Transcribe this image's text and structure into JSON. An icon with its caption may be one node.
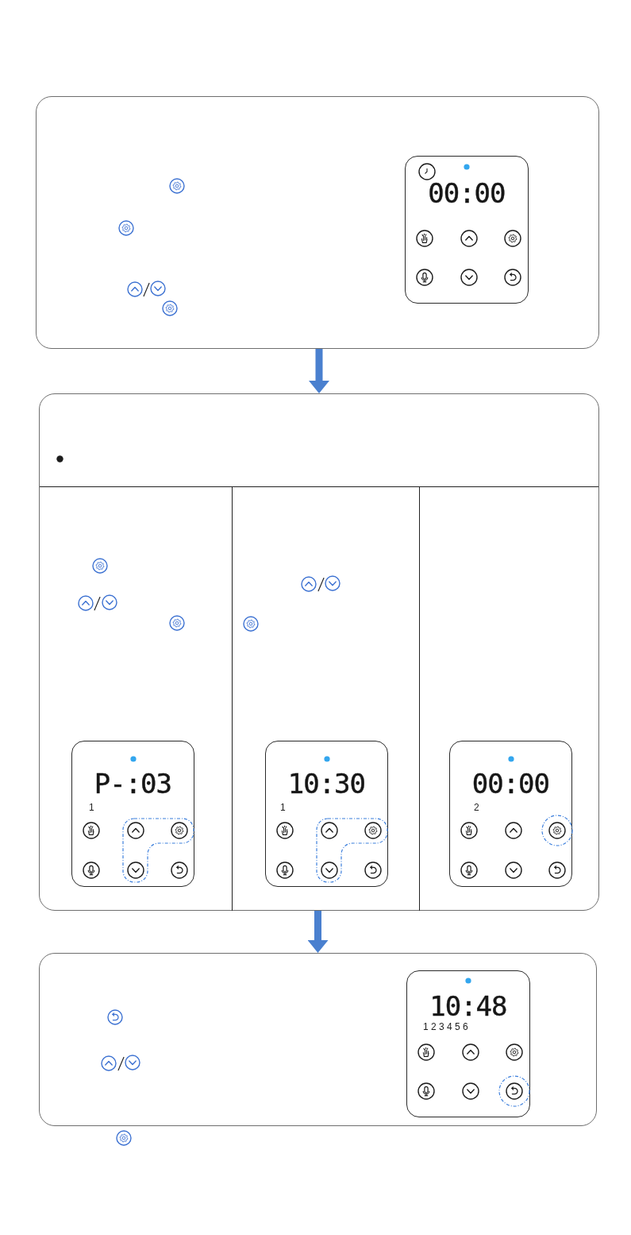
{
  "diagram": {
    "nodes": [
      {
        "text": [],
        "shape": "box"
      },
      {
        "text": [
          "00:00"
        ],
        "in": 0
      },
      {
        "text": [],
        "shape": "box"
      },
      {
        "text": [],
        "shape": "box",
        "in": 2
      },
      {
        "text": [
          "P-:03",
          "1"
        ],
        "in": 3
      },
      {
        "text": [],
        "shape": "box",
        "in": 2
      },
      {
        "text": [
          "10:30",
          "1"
        ],
        "in": 5
      },
      {
        "text": [],
        "shape": "box",
        "in": 2
      },
      {
        "text": [
          "00:00",
          "2"
        ],
        "in": 7
      },
      {
        "text": [],
        "shape": "box"
      },
      {
        "text": [
          "10:48",
          "1 2 3 4 5 6"
        ],
        "in": 9
      }
    ],
    "edges": [
      {
        "from": 0,
        "to": 2,
        "arrow": "to"
      },
      {
        "from": 2,
        "to": 9,
        "arrow": "to"
      }
    ]
  }
}
